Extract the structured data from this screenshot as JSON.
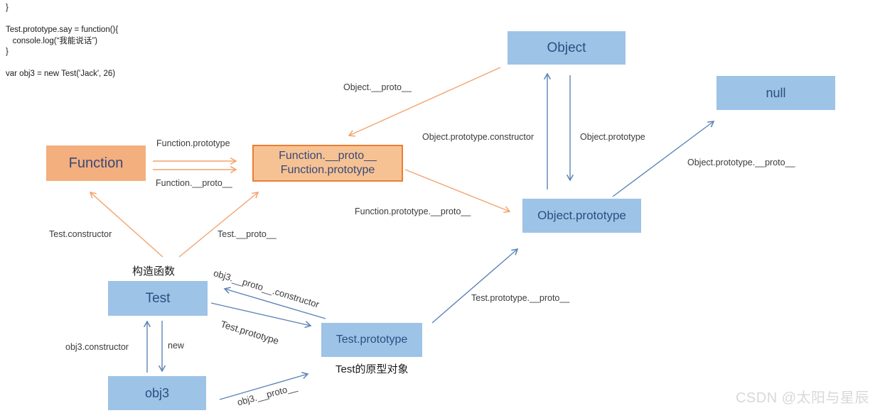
{
  "colors": {
    "blue_box_fill": "#9DC3E7",
    "blue_box_text": "#2A5082",
    "orange_box_fill": "#F3AF7E",
    "orange_box_fill_light": "#F6C294",
    "orange_box_border": "#ED7D31",
    "orange_box_text": "#384878",
    "blue_arrow": "#5B84B5",
    "orange_arrow": "#F2A36E",
    "label_text": "#3B3B3B",
    "watermark_text": "#D8D8D8"
  },
  "code_block": {
    "text": "}\n\nTest.prototype.say = function(){\n   console.log(“我能说话”)\n}\n\nvar obj3 = new Test('Jack', 26)"
  },
  "nodes": {
    "object": "Object",
    "null_node": "null",
    "function_node": "Function",
    "function_proto_line1": "Function.__proto__",
    "function_proto_line2": "Function.prototype",
    "object_prototype": "Object.prototype",
    "test": "Test",
    "test_prototype": "Test.prototype",
    "obj3": "obj3"
  },
  "edge_labels": {
    "object_proto": "Object.__proto__",
    "function_prototype": "Function.prototype",
    "function_proto": "Function.__proto__",
    "test_constructor": "Test.constructor",
    "test_proto": "Test.__proto__",
    "function_prototype_proto": "Function.prototype.__proto__",
    "object_prototype_constructor": "Object.prototype.constructor",
    "object_prototype": "Object.prototype",
    "object_prototype_proto": "Object.prototype.__proto__",
    "obj3_proto_constructor": "obj3.__proto__.constructor",
    "test_prototype": "Test.prototype",
    "test_prototype_proto": "Test.prototype.__proto__",
    "obj3_constructor": "obj3.constructor",
    "new_op": "new",
    "obj3_proto": "obj3.__proto__"
  },
  "annotations": {
    "constructor_fn": "构造函数",
    "test_proto_object": "Test的原型对象"
  },
  "watermark": "CSDN @太阳与星辰"
}
